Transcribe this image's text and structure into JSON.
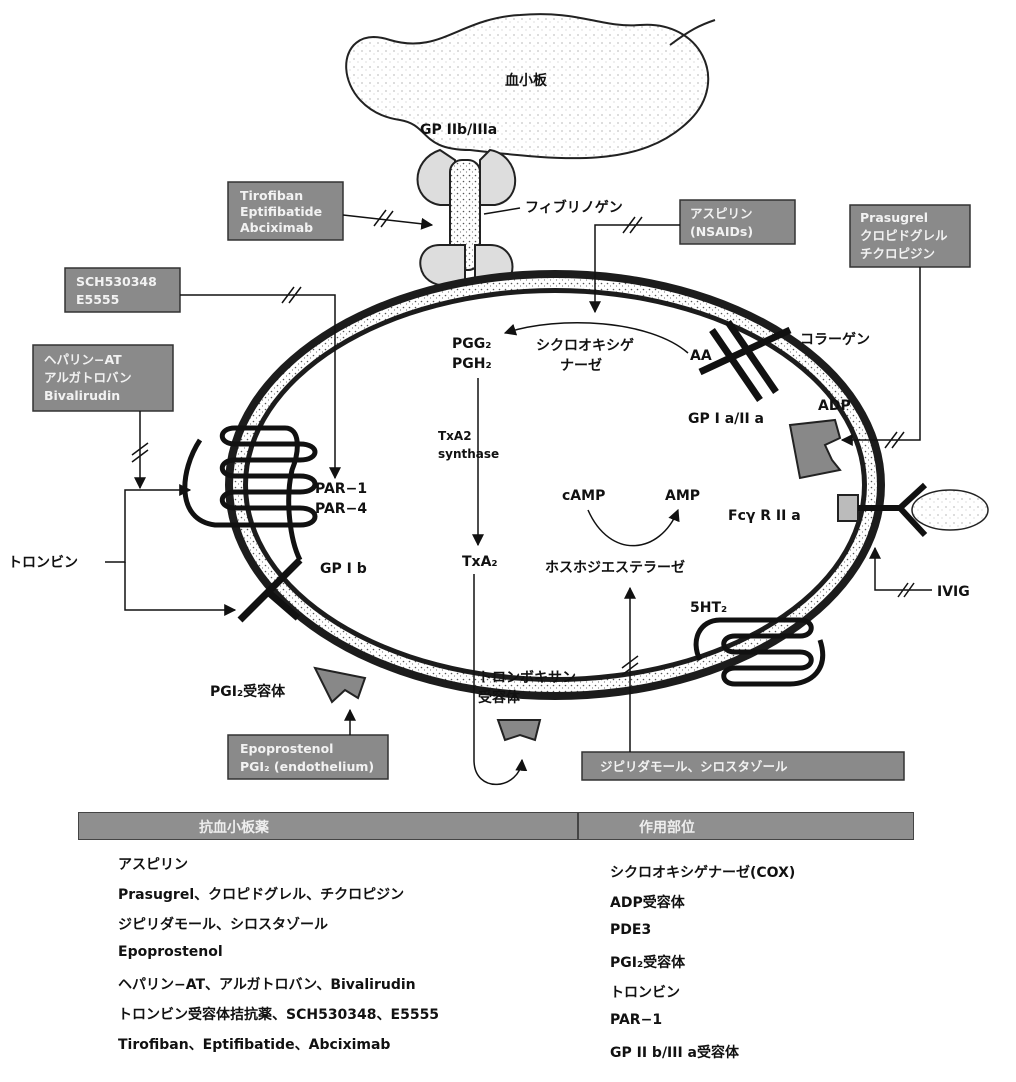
{
  "diagram": {
    "platelet": "血小板",
    "gp2b3a": "GP IIb/IIIa",
    "fibrinogen": "フィブリノゲン",
    "aa": "AA",
    "pgg2": "PGG₂",
    "pgh2": "PGH₂",
    "cox_line1": "シクロオキシゲ",
    "cox_line2": "ナーゼ",
    "collagen": "コラーゲン",
    "gp1a2a": "GP I a/II a",
    "adp": "ADP",
    "txa2_synthase_line1": "TxA2",
    "txa2_synthase_line2": "synthase",
    "txa2": "TxA₂",
    "camp": "cAMP",
    "amp": "AMP",
    "pde": "ホスホジエステラーゼ",
    "fcgr": "Fcγ R II a",
    "ivig": "IVIG",
    "par1": "PAR−1",
    "par4": "PAR−4",
    "thrombin": "トロンビン",
    "gp1b": "GP I b",
    "ht2": "5HT₂",
    "txa2_receptor_line1": "トロンボキサン",
    "txa2_receptor_line2": "受容体",
    "pgi2_receptor": "PGI₂受容体",
    "box_tirofiban": [
      "Tirofiban",
      "Eptifibatide",
      "Abciximab"
    ],
    "box_aspirin": [
      "アスピリン",
      "(NSAIDs)"
    ],
    "box_prasugrel": [
      "Prasugrel",
      "クロピドグレル",
      "チクロピジン"
    ],
    "box_sch": [
      "SCH530348",
      "E5555"
    ],
    "box_heparin": [
      "ヘパリン−AT",
      "アルガトロバン",
      "Bivalirudin"
    ],
    "box_epoprostenol": [
      "Epoprostenol",
      "PGI₂ (endothelium)"
    ],
    "box_dipyridamole": "ジピリダモール、シロスタゾール"
  },
  "table": {
    "headers": [
      "抗血小板薬",
      "作用部位"
    ],
    "rows": [
      [
        "アスピリン",
        "シクロオキシゲナーゼ(COX)"
      ],
      [
        "Prasugrel、クロピドグレル、チクロピジン",
        "ADP受容体"
      ],
      [
        "ジピリダモール、シロスタゾール",
        "PDE3"
      ],
      [
        "Epoprostenol",
        "PGI₂受容体"
      ],
      [
        "ヘパリン−AT、アルガトロバン、Bivalirudin",
        "トロンビン"
      ],
      [
        "トロンビン受容体拮抗薬、SCH530348、E5555",
        "PAR−1"
      ],
      [
        "Tirofiban、Eptifibatide、Abciximab",
        "GP II b/III a受容体"
      ]
    ]
  }
}
